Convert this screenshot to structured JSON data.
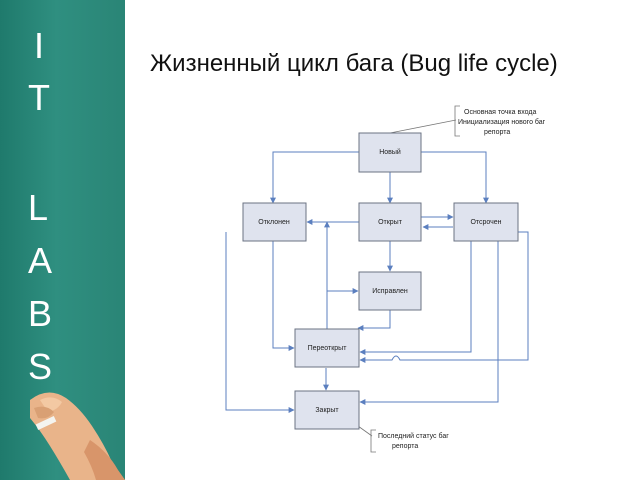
{
  "sidebar": {
    "letters": [
      "I",
      "T",
      "L",
      "A",
      "B",
      "S"
    ]
  },
  "title": "Жизненный цикл бага (Bug life cycle)",
  "diagram": {
    "nodes": {
      "new": "Новый",
      "rejected": "Отклонен",
      "open": "Открыт",
      "deferred": "Отсрочен",
      "fixed": "Исправлен",
      "reopened": "Переоткрыт",
      "closed": "Закрыт"
    },
    "notes": {
      "entry": [
        "Основная точка входа",
        "Инициализация нового баг",
        "репорта"
      ],
      "final": [
        "Последний статус баг",
        "репорта"
      ]
    }
  },
  "colors": {
    "sidebar": "#2a8576",
    "box_fill": "#dfe3ee",
    "box_stroke": "#6b7383",
    "arrow": "#5b7fbf"
  }
}
